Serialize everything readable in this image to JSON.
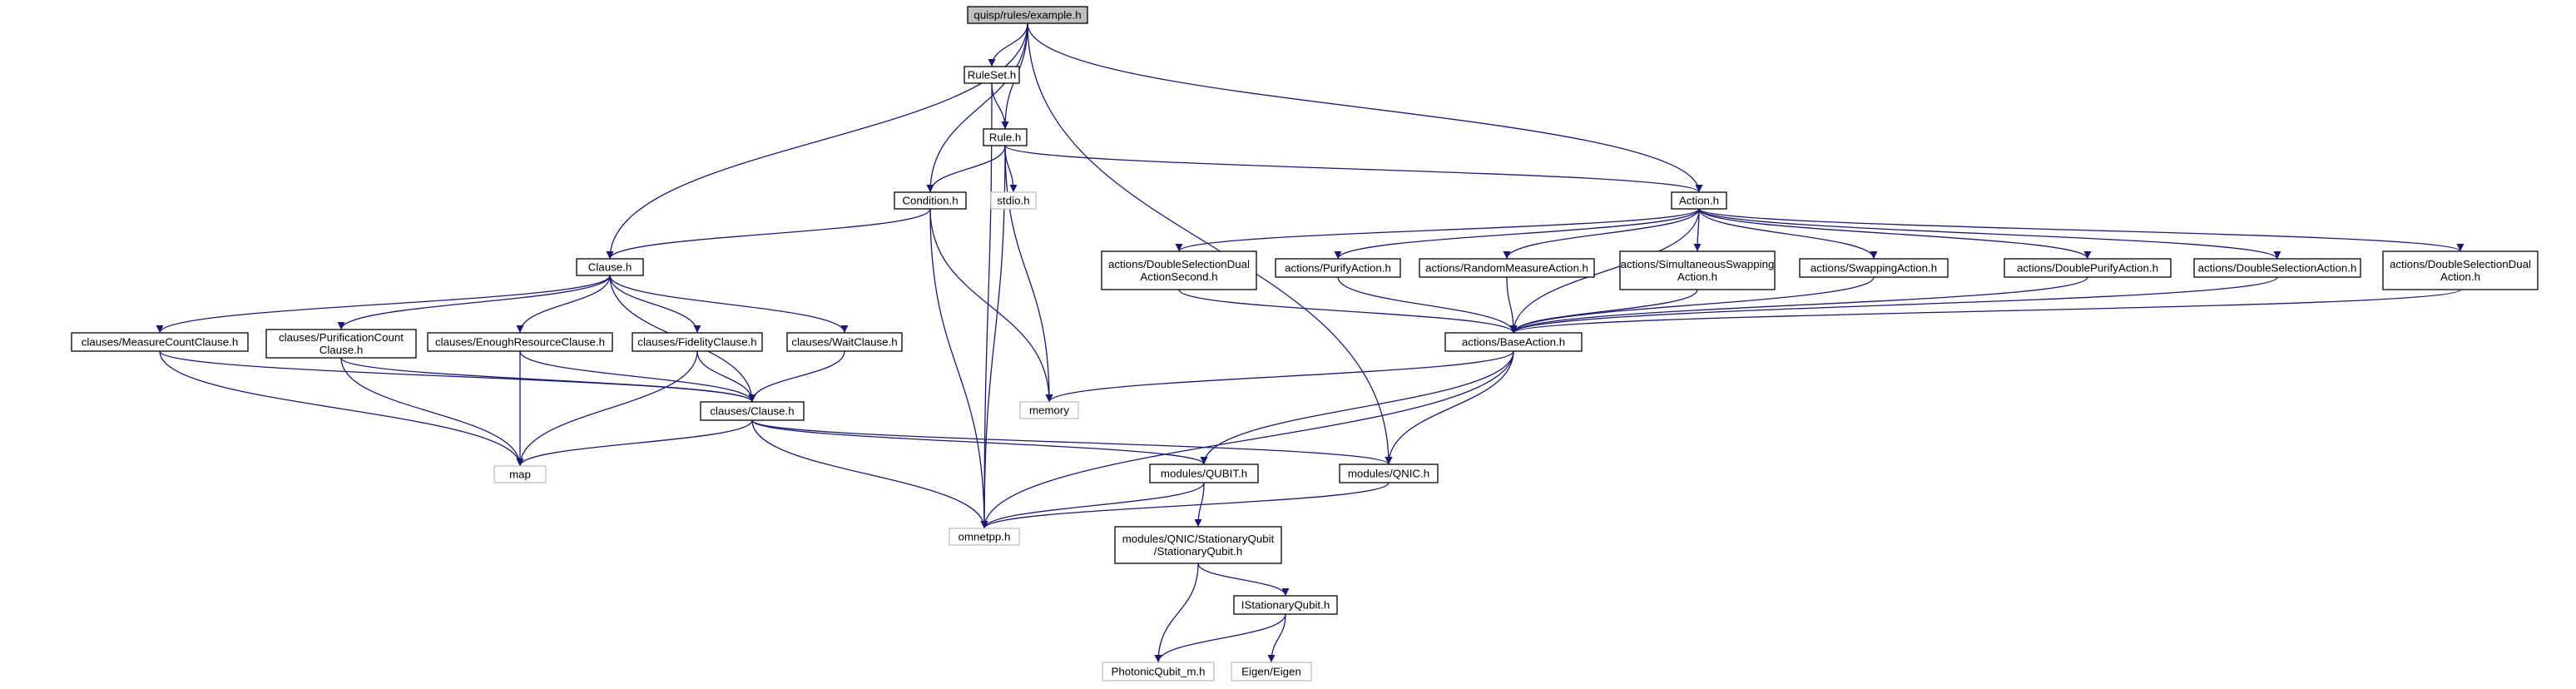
{
  "graph": {
    "nodes": [
      {
        "id": "root",
        "lines": [
          "quisp/rules/example.h"
        ],
        "kind": "root"
      },
      {
        "id": "ruleset",
        "lines": [
          "RuleSet.h"
        ],
        "kind": "normal"
      },
      {
        "id": "rule",
        "lines": [
          "Rule.h"
        ],
        "kind": "normal"
      },
      {
        "id": "condition",
        "lines": [
          "Condition.h"
        ],
        "kind": "normal"
      },
      {
        "id": "stdio",
        "lines": [
          "stdio.h"
        ],
        "kind": "external"
      },
      {
        "id": "action",
        "lines": [
          "Action.h"
        ],
        "kind": "normal"
      },
      {
        "id": "clause",
        "lines": [
          "Clause.h"
        ],
        "kind": "normal"
      },
      {
        "id": "measurecount",
        "lines": [
          "clauses/MeasureCountClause.h"
        ],
        "kind": "normal"
      },
      {
        "id": "purifcount",
        "lines": [
          "clauses/PurificationCount",
          "Clause.h"
        ],
        "kind": "normal"
      },
      {
        "id": "enoughres",
        "lines": [
          "clauses/EnoughResourceClause.h"
        ],
        "kind": "normal"
      },
      {
        "id": "fidelity",
        "lines": [
          "clauses/FidelityClause.h"
        ],
        "kind": "normal"
      },
      {
        "id": "wait",
        "lines": [
          "clauses/WaitClause.h"
        ],
        "kind": "normal"
      },
      {
        "id": "clausesclause",
        "lines": [
          "clauses/Clause.h"
        ],
        "kind": "normal"
      },
      {
        "id": "map",
        "lines": [
          "map"
        ],
        "kind": "external"
      },
      {
        "id": "memory",
        "lines": [
          "memory"
        ],
        "kind": "external"
      },
      {
        "id": "omnetpp",
        "lines": [
          "omnetpp.h"
        ],
        "kind": "external"
      },
      {
        "id": "dsdas",
        "lines": [
          "actions/DoubleSelectionDual",
          "ActionSecond.h"
        ],
        "kind": "normal"
      },
      {
        "id": "purify",
        "lines": [
          "actions/PurifyAction.h"
        ],
        "kind": "normal"
      },
      {
        "id": "randmeas",
        "lines": [
          "actions/RandomMeasureAction.h"
        ],
        "kind": "normal"
      },
      {
        "id": "simswap",
        "lines": [
          "actions/SimultaneousSwapping",
          "Action.h"
        ],
        "kind": "normal"
      },
      {
        "id": "swapping",
        "lines": [
          "actions/SwappingAction.h"
        ],
        "kind": "normal"
      },
      {
        "id": "doublepurify",
        "lines": [
          "actions/DoublePurifyAction.h"
        ],
        "kind": "normal"
      },
      {
        "id": "doublesel",
        "lines": [
          "actions/DoubleSelectionAction.h"
        ],
        "kind": "normal"
      },
      {
        "id": "dsda",
        "lines": [
          "actions/DoubleSelectionDual",
          "Action.h"
        ],
        "kind": "normal"
      },
      {
        "id": "baseaction",
        "lines": [
          "actions/BaseAction.h"
        ],
        "kind": "normal"
      },
      {
        "id": "qubit",
        "lines": [
          "modules/QUBIT.h"
        ],
        "kind": "normal"
      },
      {
        "id": "qnic",
        "lines": [
          "modules/QNIC.h"
        ],
        "kind": "normal"
      },
      {
        "id": "statq",
        "lines": [
          "modules/QNIC/StationaryQubit",
          "/StationaryQubit.h"
        ],
        "kind": "normal"
      },
      {
        "id": "istatq",
        "lines": [
          "IStationaryQubit.h"
        ],
        "kind": "normal"
      },
      {
        "id": "photonic",
        "lines": [
          "PhotonicQubit_m.h"
        ],
        "kind": "external"
      },
      {
        "id": "eigen",
        "lines": [
          "Eigen/Eigen"
        ],
        "kind": "external"
      }
    ],
    "edges": [
      [
        "root",
        "ruleset"
      ],
      [
        "root",
        "rule"
      ],
      [
        "root",
        "condition"
      ],
      [
        "root",
        "action"
      ],
      [
        "root",
        "clause"
      ],
      [
        "root",
        "qnic"
      ],
      [
        "ruleset",
        "rule"
      ],
      [
        "ruleset",
        "omnetpp"
      ],
      [
        "rule",
        "condition"
      ],
      [
        "rule",
        "stdio"
      ],
      [
        "rule",
        "action"
      ],
      [
        "rule",
        "memory"
      ],
      [
        "rule",
        "omnetpp"
      ],
      [
        "condition",
        "clause"
      ],
      [
        "condition",
        "memory"
      ],
      [
        "condition",
        "omnetpp"
      ],
      [
        "clause",
        "measurecount"
      ],
      [
        "clause",
        "purifcount"
      ],
      [
        "clause",
        "enoughres"
      ],
      [
        "clause",
        "fidelity"
      ],
      [
        "clause",
        "wait"
      ],
      [
        "clause",
        "clausesclause"
      ],
      [
        "measurecount",
        "map"
      ],
      [
        "measurecount",
        "clausesclause"
      ],
      [
        "purifcount",
        "map"
      ],
      [
        "purifcount",
        "clausesclause"
      ],
      [
        "enoughres",
        "map"
      ],
      [
        "enoughres",
        "clausesclause"
      ],
      [
        "fidelity",
        "map"
      ],
      [
        "fidelity",
        "clausesclause"
      ],
      [
        "wait",
        "clausesclause"
      ],
      [
        "clausesclause",
        "map"
      ],
      [
        "clausesclause",
        "omnetpp"
      ],
      [
        "clausesclause",
        "qubit"
      ],
      [
        "clausesclause",
        "qnic"
      ],
      [
        "action",
        "dsdas"
      ],
      [
        "action",
        "purify"
      ],
      [
        "action",
        "randmeas"
      ],
      [
        "action",
        "simswap"
      ],
      [
        "action",
        "swapping"
      ],
      [
        "action",
        "doublepurify"
      ],
      [
        "action",
        "doublesel"
      ],
      [
        "action",
        "dsda"
      ],
      [
        "action",
        "baseaction"
      ],
      [
        "dsdas",
        "baseaction"
      ],
      [
        "purify",
        "baseaction"
      ],
      [
        "randmeas",
        "baseaction"
      ],
      [
        "simswap",
        "baseaction"
      ],
      [
        "swapping",
        "baseaction"
      ],
      [
        "doublepurify",
        "baseaction"
      ],
      [
        "doublesel",
        "baseaction"
      ],
      [
        "dsda",
        "baseaction"
      ],
      [
        "baseaction",
        "memory"
      ],
      [
        "baseaction",
        "omnetpp"
      ],
      [
        "baseaction",
        "qubit"
      ],
      [
        "baseaction",
        "qnic"
      ],
      [
        "qubit",
        "omnetpp"
      ],
      [
        "qubit",
        "statq"
      ],
      [
        "qnic",
        "omnetpp"
      ],
      [
        "statq",
        "istatq"
      ],
      [
        "statq",
        "photonic"
      ],
      [
        "istatq",
        "photonic"
      ],
      [
        "istatq",
        "eigen"
      ]
    ]
  },
  "colors": {
    "edge": "#191970",
    "root_fill": "#bfbfbf",
    "node_border": "#000000",
    "external_border": "#bfbfbf"
  }
}
